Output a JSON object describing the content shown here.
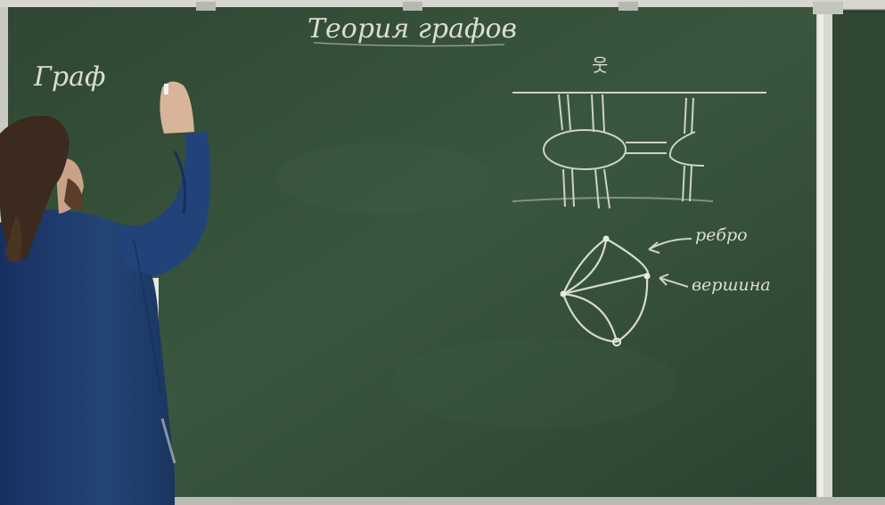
{
  "board": {
    "title": "Теория графов",
    "heading": "Граф",
    "label_edges": "ребро",
    "label_vertex": "вершина",
    "stick_figure": "웃"
  },
  "colors": {
    "board_green": "#35503a",
    "chalk": "#e8eadf",
    "frame": "#c9cbc3",
    "jacket": "#1f3a6a",
    "hair": "#3a2a1e",
    "skin": "#d8b49b"
  }
}
